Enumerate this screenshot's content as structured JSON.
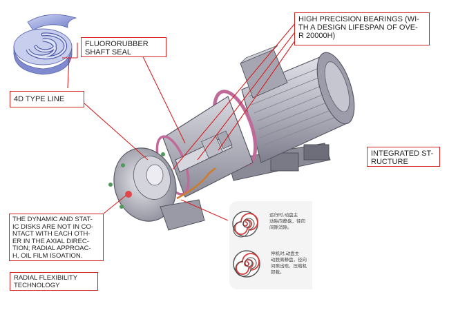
{
  "labels": {
    "bearings": "HIGH PRECISION BEARINGS (WI-\nTH A DESIGN LIFESPAN OF OVE-\nR 20000H)",
    "fluororubber": "FLUORORUBBER\nSHAFT SEAL",
    "type_line": "4D TYPE LINE",
    "integrated": "INTEGRATED ST-\nRUCTURE",
    "disks": "THE DYNAMIC AND STAT-\nIC DISKS ARE NOT IN CO-\nNTACT WITH EACH OTH-\nER IN THE AXIAL DIREC-\nTION; RADIAL APPROAC-\nH, OIL FILM ISOATION.",
    "radial": "RADIAL FLEXIBILITY\nTECHNOLOGY"
  },
  "inset_notes": {
    "running": "运行时,动盘主\n动贴向静盘，径向\n间隙消除。",
    "stopped": "停机时,动盘主\n动脱离静盘，径向\n间隙出现，压缩机\n卸载。"
  },
  "colors": {
    "callout_border": "#d62020",
    "leader_line": "#d62020",
    "motor_body": "#b9b9c4",
    "accent_ring": "#c06a9a",
    "scroll_red": "#d83838"
  }
}
